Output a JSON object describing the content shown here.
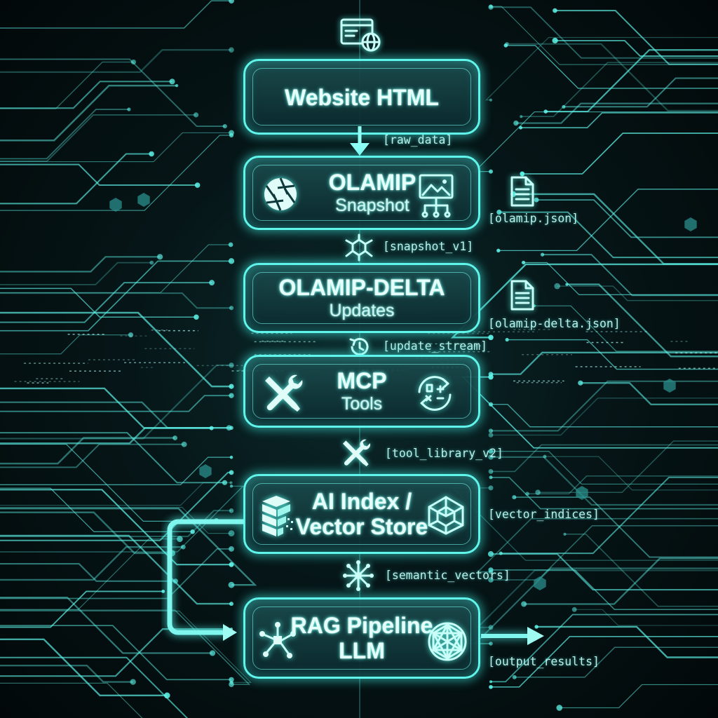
{
  "nodes": [
    {
      "main": "Website HTML",
      "sub": ""
    },
    {
      "main": "OLAMIP",
      "sub": "Snapshot"
    },
    {
      "main": "OLAMIP-DELTA",
      "sub": "Updates"
    },
    {
      "main": "MCP",
      "sub": "Tools"
    },
    {
      "main": "AI Index /",
      "sub": "Vector Store"
    },
    {
      "main": "RAG Pipeline",
      "sub": "LLM"
    }
  ],
  "tags": {
    "raw_data": "[raw_data]",
    "olamip_json": "[olamip.json]",
    "snapshot_v1": "[snapshot_v1]",
    "olamip_delta_json": "[olamip-delta.json]",
    "update_stream": "[update_stream]",
    "tool_library_v2": "[tool_library_v2]",
    "vector_indices": "[vector_indices]",
    "semantic_vectors": "[semantic_vectors]",
    "output_results": "[output_results]"
  },
  "accent_color": "#5ff5ea",
  "background_color": "#061618",
  "icons": [
    "browser-globe-icon",
    "aperture-icon",
    "image-hierarchy-icon",
    "document-icon",
    "network-node-icon",
    "history-clock-icon",
    "wrench-screwdriver-icon",
    "sync-calculator-icon",
    "database-stack-icon",
    "cube-network-icon",
    "hub-icon",
    "neural-sphere-icon"
  ]
}
